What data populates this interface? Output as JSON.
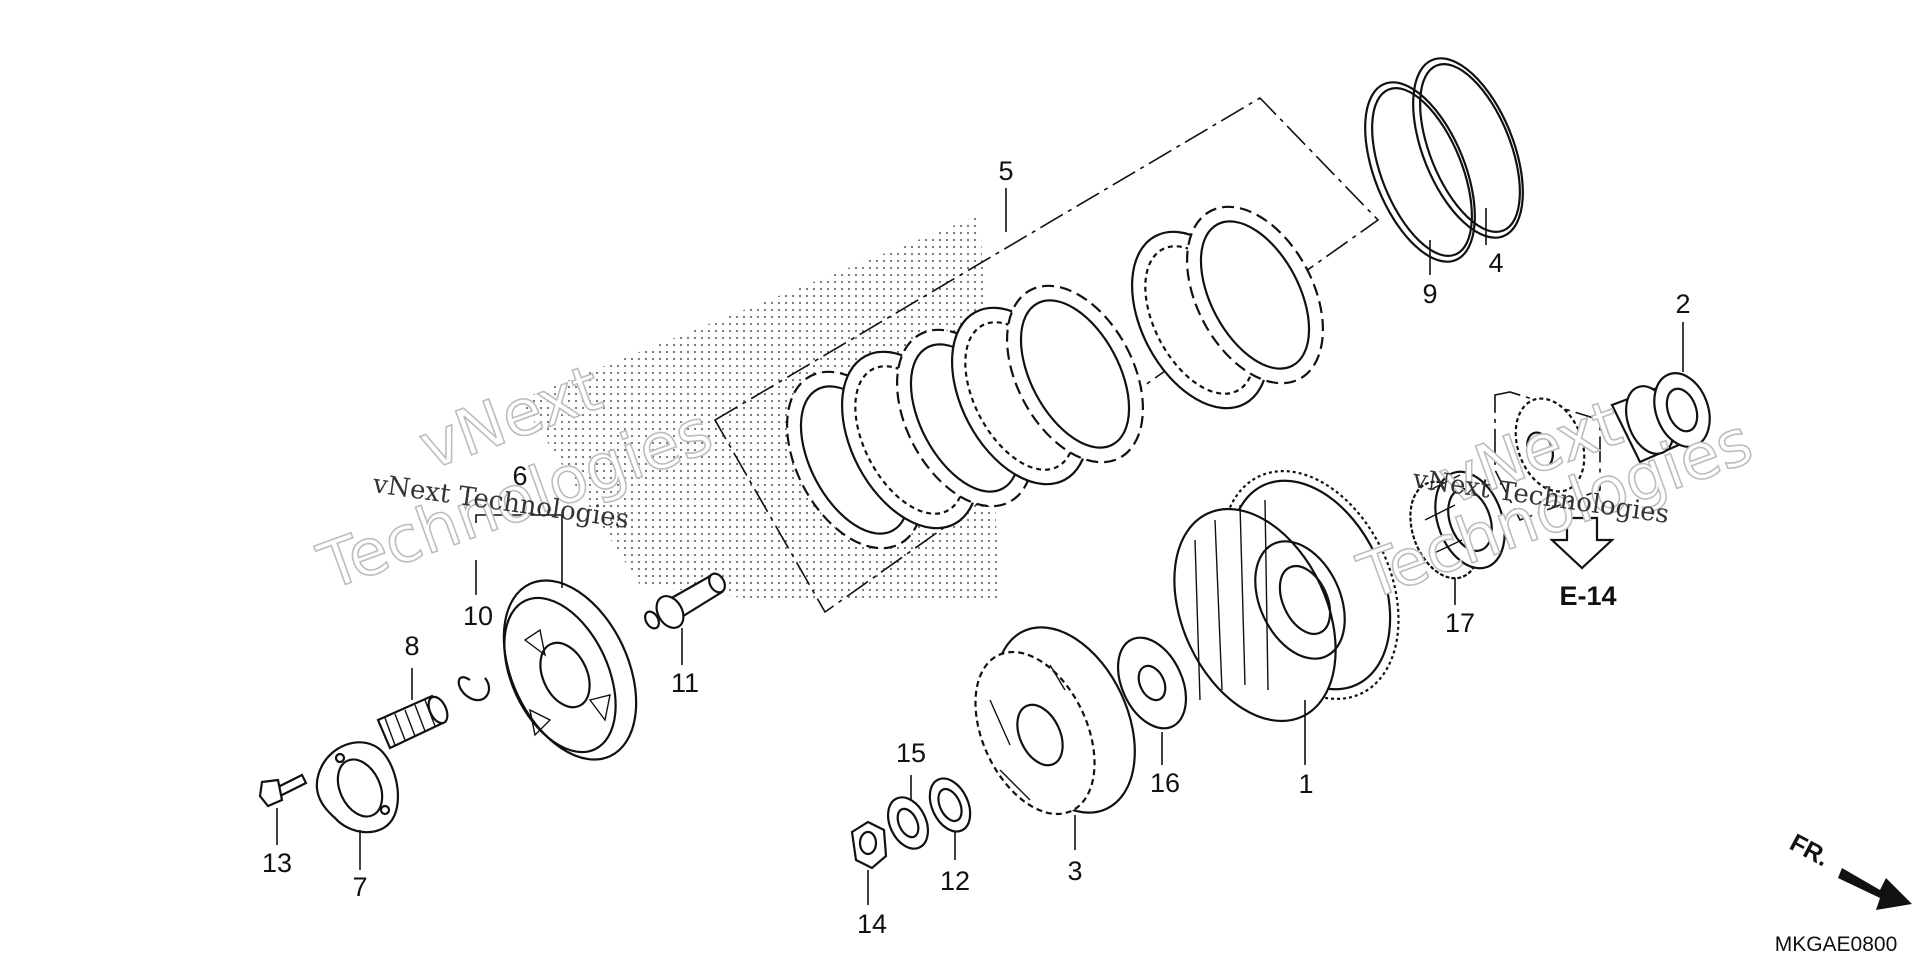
{
  "diagram": {
    "callouts": [
      "1",
      "2",
      "3",
      "4",
      "5",
      "6",
      "7",
      "8",
      "9",
      "10",
      "11",
      "12",
      "13",
      "14",
      "15",
      "16",
      "17"
    ],
    "reference": "E-14",
    "direction": "FR.",
    "code": "MKGAE0800",
    "watermark": {
      "brand": "vNext",
      "word": "Technologies",
      "full": "vNext Technologies"
    }
  }
}
